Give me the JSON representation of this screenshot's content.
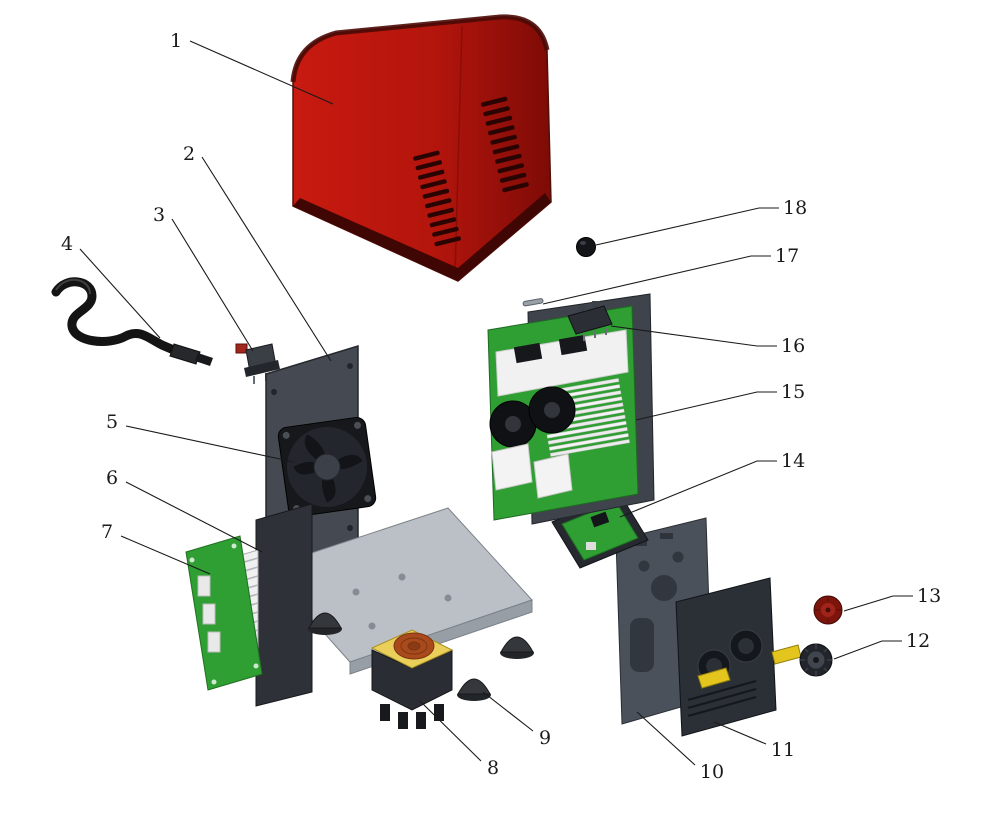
{
  "diagram": {
    "kind": "exploded-parts-diagram",
    "labels": [
      {
        "number": "1"
      },
      {
        "number": "2"
      },
      {
        "number": "3"
      },
      {
        "number": "4"
      },
      {
        "number": "5"
      },
      {
        "number": "6"
      },
      {
        "number": "7"
      },
      {
        "number": "8"
      },
      {
        "number": "9"
      },
      {
        "number": "10"
      },
      {
        "number": "11"
      },
      {
        "number": "12"
      },
      {
        "number": "13"
      },
      {
        "number": "14"
      },
      {
        "number": "15"
      },
      {
        "number": "16"
      },
      {
        "number": "17"
      },
      {
        "number": "18"
      }
    ],
    "colors": {
      "background": "#ffffff",
      "cover_red": "#b5150c",
      "cover_red_dark": "#7e0b06",
      "pcb_green": "#2f9e33",
      "chassis_gray": "#bac0c5",
      "panel_dark": "#454a52",
      "panel_darker": "#2b2f36",
      "transformer_yellow": "#e4c51d",
      "coil_copper": "#a94a1c",
      "knob_red": "#8e1811",
      "heatsink_white": "#f0f0f1",
      "leader_line": "#1a1a1a"
    }
  }
}
